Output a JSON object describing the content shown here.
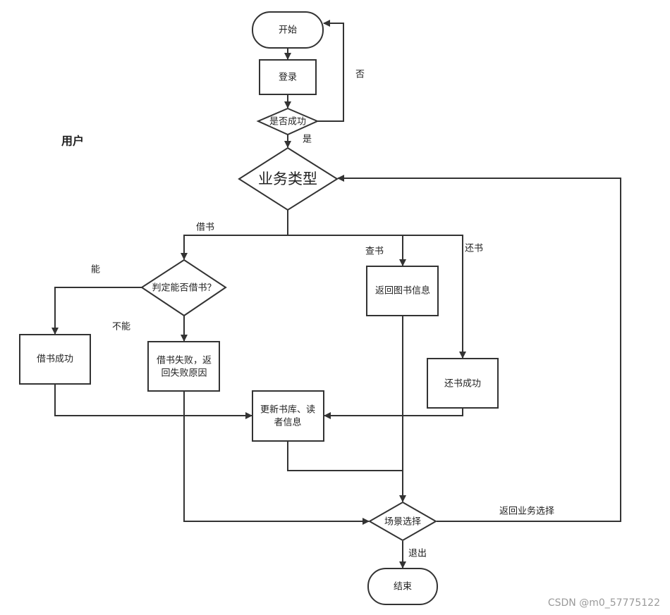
{
  "diagram": {
    "swimlane_label": "用户",
    "nodes": {
      "start": "开始",
      "login": "登录",
      "login_success": "是否成功",
      "business_type": "业务类型",
      "can_borrow": "判定能否借书？",
      "borrow_success": "借书成功",
      "borrow_fail_line1": "借书失败，返",
      "borrow_fail_line2": "回失败原因",
      "return_book_info": "返回图书信息",
      "return_success": "还书成功",
      "update_line1": "更新书库、读",
      "update_line2": "者信息",
      "scene_choice": "场景选择",
      "end": "结束"
    },
    "edges": {
      "no": "否",
      "yes": "是",
      "borrow": "借书",
      "query": "查书",
      "return": "还书",
      "can": "能",
      "cannot": "不能",
      "back_to_business": "返回业务选择",
      "exit": "退出"
    }
  },
  "watermark": "CSDN @m0_57775122"
}
